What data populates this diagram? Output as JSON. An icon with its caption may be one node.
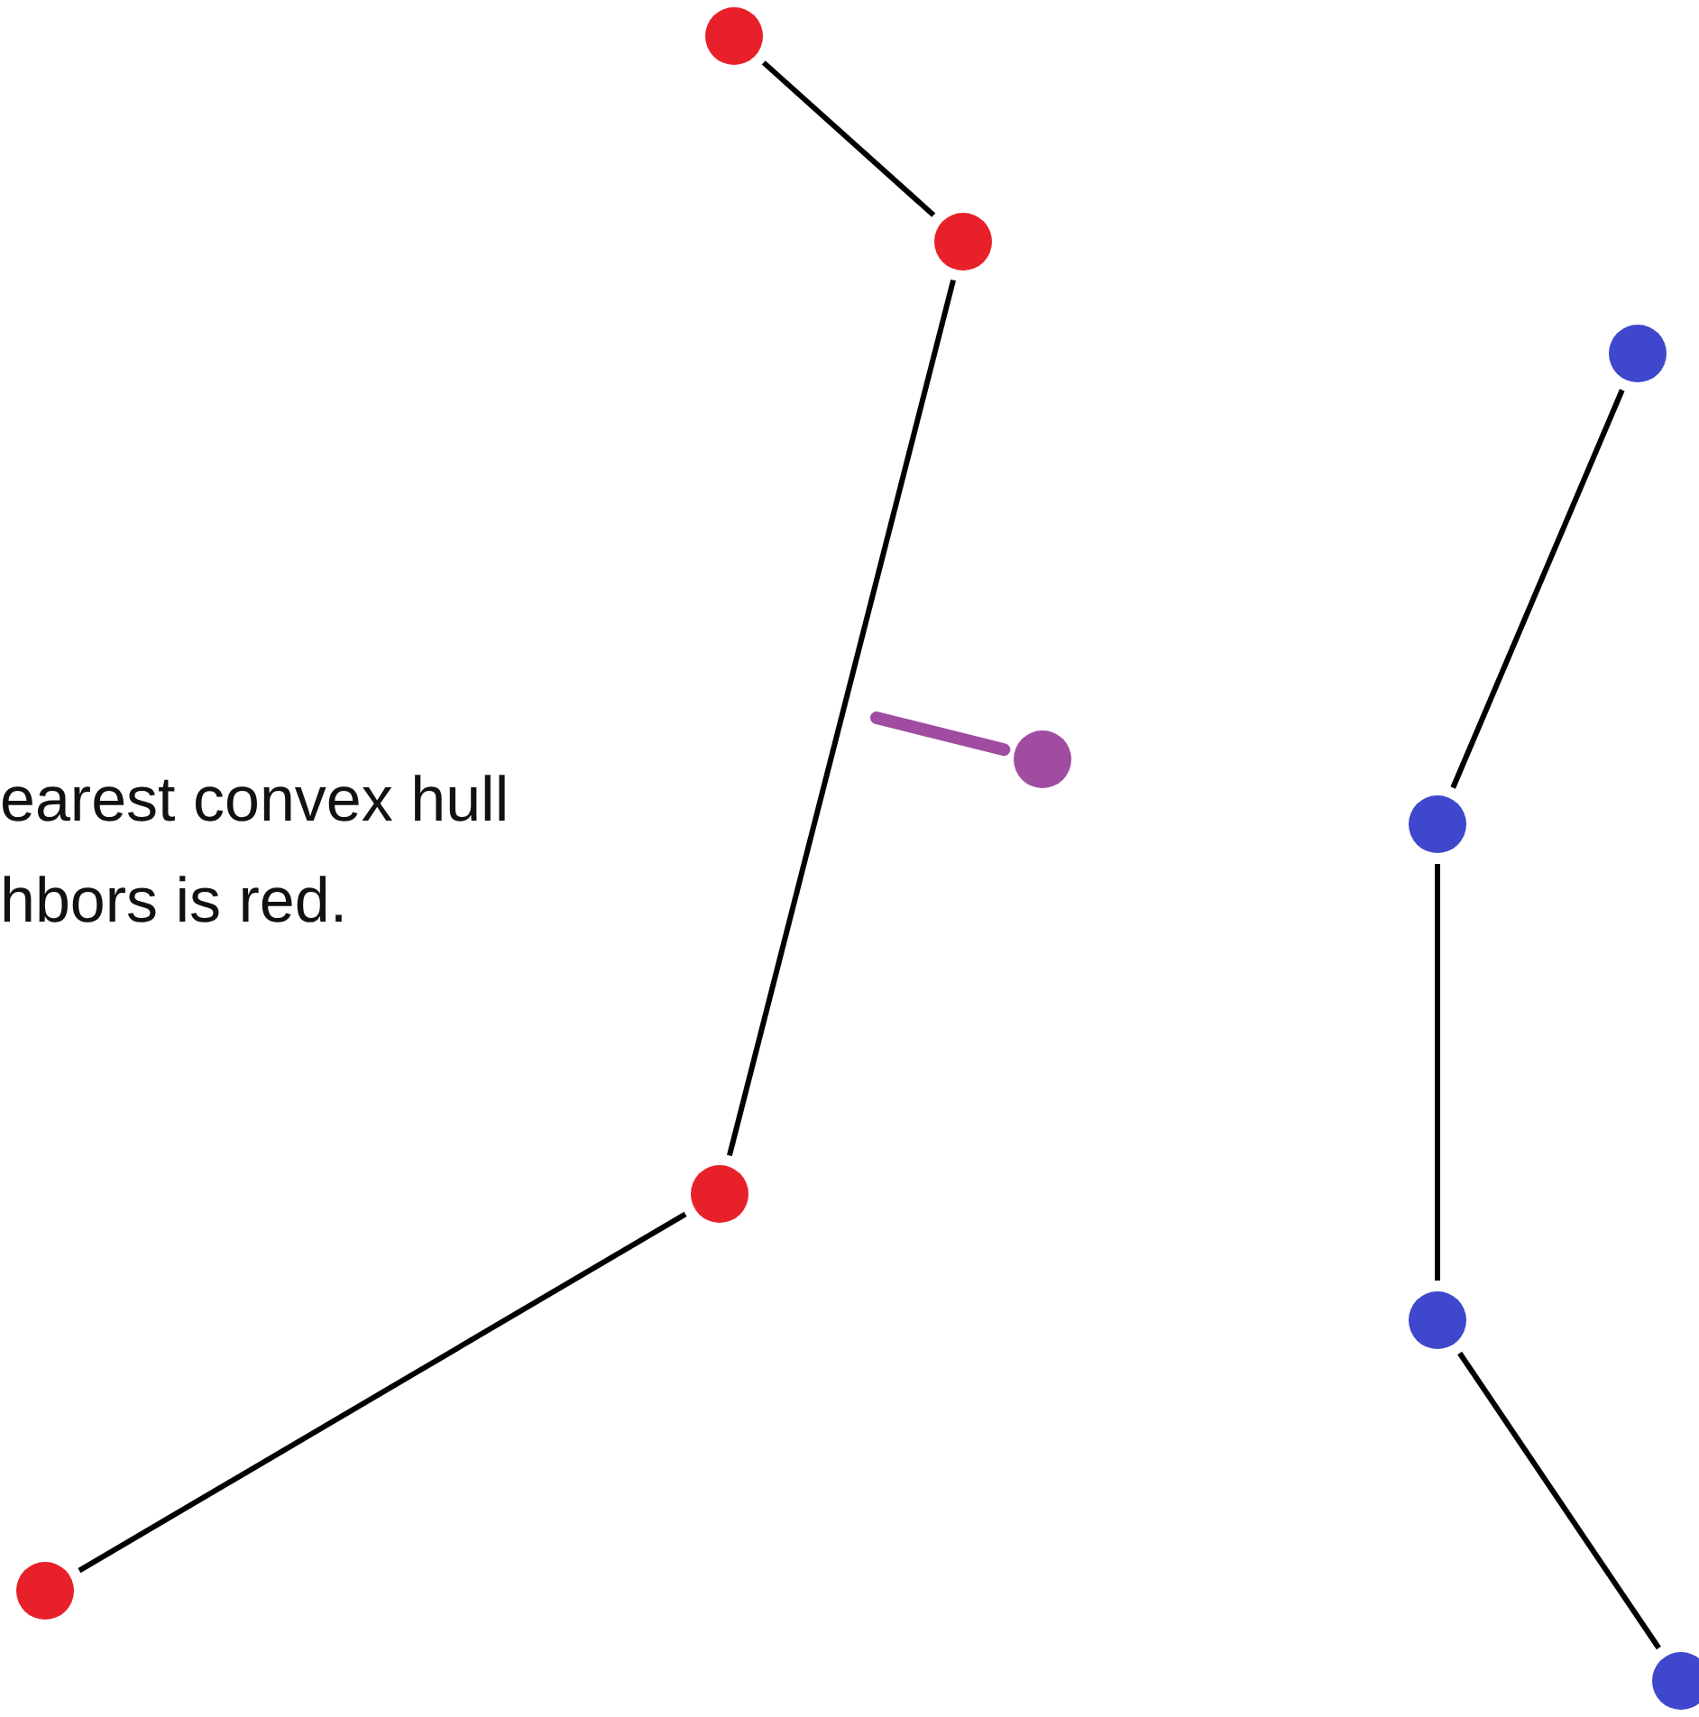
{
  "diagram": {
    "nodes": [
      {
        "text": [],
        "shape": "circle"
      },
      {
        "text": [],
        "shape": "circle"
      },
      {
        "text": [],
        "shape": "circle"
      },
      {
        "text": [],
        "shape": "circle"
      },
      {
        "text": [],
        "shape": "circle"
      },
      {
        "text": [],
        "shape": "circle"
      },
      {
        "text": [],
        "shape": "circle"
      },
      {
        "text": [],
        "shape": "circle"
      },
      {
        "text": [],
        "shape": "circle"
      }
    ],
    "edges": [
      {
        "from": 0,
        "to": 1,
        "arrow": "none"
      },
      {
        "from": 1,
        "to": 2,
        "arrow": "none"
      },
      {
        "from": 2,
        "to": 3,
        "arrow": "none"
      },
      {
        "from": 4,
        "to": 5,
        "arrow": "none"
      },
      {
        "from": 5,
        "to": 6,
        "arrow": "none"
      },
      {
        "from": 6,
        "to": 7,
        "arrow": "none"
      },
      {
        "from": 8,
        "to": null,
        "arrow": "none",
        "style": "thick",
        "color": "#a04ca0"
      }
    ],
    "labels": [
      "earest convex hull hbors is red."
    ]
  }
}
